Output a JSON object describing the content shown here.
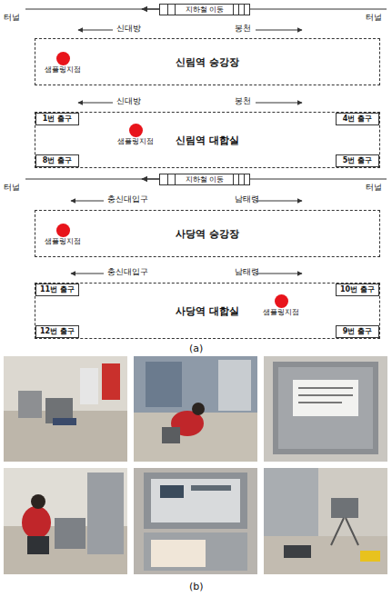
{
  "diagram": {
    "nodes": [
      {
        "text": [
          "지하철 이동"
        ]
      },
      {
        "text": [
          "신림역 승강장"
        ]
      },
      {
        "text": [
          "샘플링지점"
        ],
        "in": 1
      },
      {
        "text": [
          "신림역 대합실"
        ]
      },
      {
        "text": [
          "1번 출구"
        ],
        "in": 3
      },
      {
        "text": [
          "4번 출구"
        ],
        "in": 3
      },
      {
        "text": [
          "8번 출구"
        ],
        "in": 3
      },
      {
        "text": [
          "5번 출구"
        ],
        "in": 3
      },
      {
        "text": [
          "샘플링지점"
        ],
        "in": 3
      },
      {
        "text": [
          "지하철 이동"
        ]
      },
      {
        "text": [
          "사당역 승강장"
        ]
      },
      {
        "text": [
          "샘플링지점"
        ],
        "in": 10
      },
      {
        "text": [
          "사당역 대합실"
        ]
      },
      {
        "text": [
          "11번 출구"
        ],
        "in": 12
      },
      {
        "text": [
          "10번 출구"
        ],
        "in": 12
      },
      {
        "text": [
          "12번 출구"
        ],
        "in": 12
      },
      {
        "text": [
          "9번 출구"
        ],
        "in": 12
      },
      {
        "text": [
          "샘플링지점"
        ],
        "in": 12
      }
    ],
    "labels": [
      "터널",
      "터널",
      "신대방",
      "봉천",
      "신대방",
      "봉천",
      "터널",
      "터널",
      "충신대입구",
      "남태령",
      "충신대입구",
      "남태령",
      "(a)",
      "(b)"
    ]
  }
}
